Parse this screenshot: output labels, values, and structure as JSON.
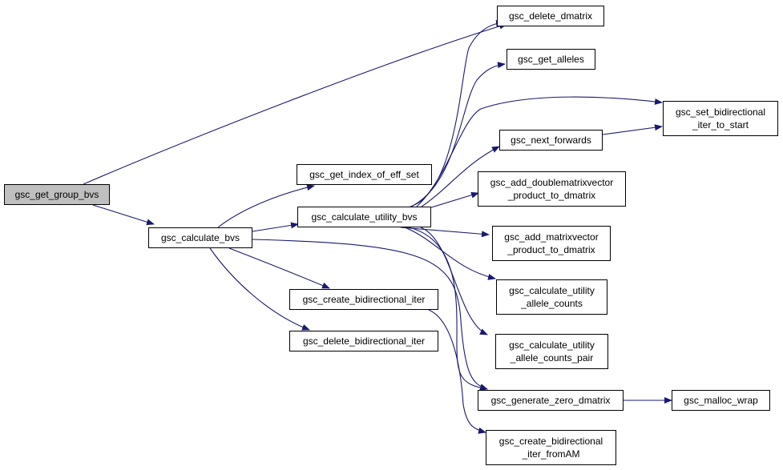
{
  "edge_color": "#191970",
  "root_fill": "#bfbfbf",
  "nodes": {
    "n0": {
      "label": "gsc_get_group_bvs"
    },
    "n1": {
      "label": "gsc_calculate_bvs"
    },
    "n2": {
      "label": "gsc_delete_dmatrix"
    },
    "n3": {
      "label": "gsc_get_index_of_eff_set"
    },
    "n4": {
      "label": "gsc_calculate_utility_bvs"
    },
    "n5": {
      "label": "gsc_create_bidirectional_iter"
    },
    "n6": {
      "label": "gsc_delete_bidirectional_iter"
    },
    "n7": {
      "label": "gsc_get_alleles"
    },
    "n8": {
      "label": "gsc_set_bidirectional\n_iter_to_start"
    },
    "n9": {
      "label": "gsc_next_forwards"
    },
    "n10": {
      "label": "gsc_add_doublematrixvector\n_product_to_dmatrix"
    },
    "n11": {
      "label": "gsc_add_matrixvector\n_product_to_dmatrix"
    },
    "n12": {
      "label": "gsc_calculate_utility\n_allele_counts"
    },
    "n13": {
      "label": "gsc_calculate_utility\n_allele_counts_pair"
    },
    "n14": {
      "label": "gsc_generate_zero_dmatrix"
    },
    "n15": {
      "label": "gsc_malloc_wrap"
    },
    "n16": {
      "label": "gsc_create_bidirectional\n_iter_fromAM"
    }
  },
  "edges": [
    [
      "n0",
      "n2"
    ],
    [
      "n0",
      "n1"
    ],
    [
      "n1",
      "n3"
    ],
    [
      "n1",
      "n4"
    ],
    [
      "n1",
      "n5"
    ],
    [
      "n1",
      "n6"
    ],
    [
      "n1",
      "n14"
    ],
    [
      "n4",
      "n2"
    ],
    [
      "n4",
      "n7"
    ],
    [
      "n4",
      "n8"
    ],
    [
      "n4",
      "n9"
    ],
    [
      "n4",
      "n10"
    ],
    [
      "n4",
      "n11"
    ],
    [
      "n4",
      "n12"
    ],
    [
      "n4",
      "n13"
    ],
    [
      "n4",
      "n14"
    ],
    [
      "n9",
      "n8"
    ],
    [
      "n14",
      "n15"
    ],
    [
      "n5",
      "n16"
    ]
  ]
}
